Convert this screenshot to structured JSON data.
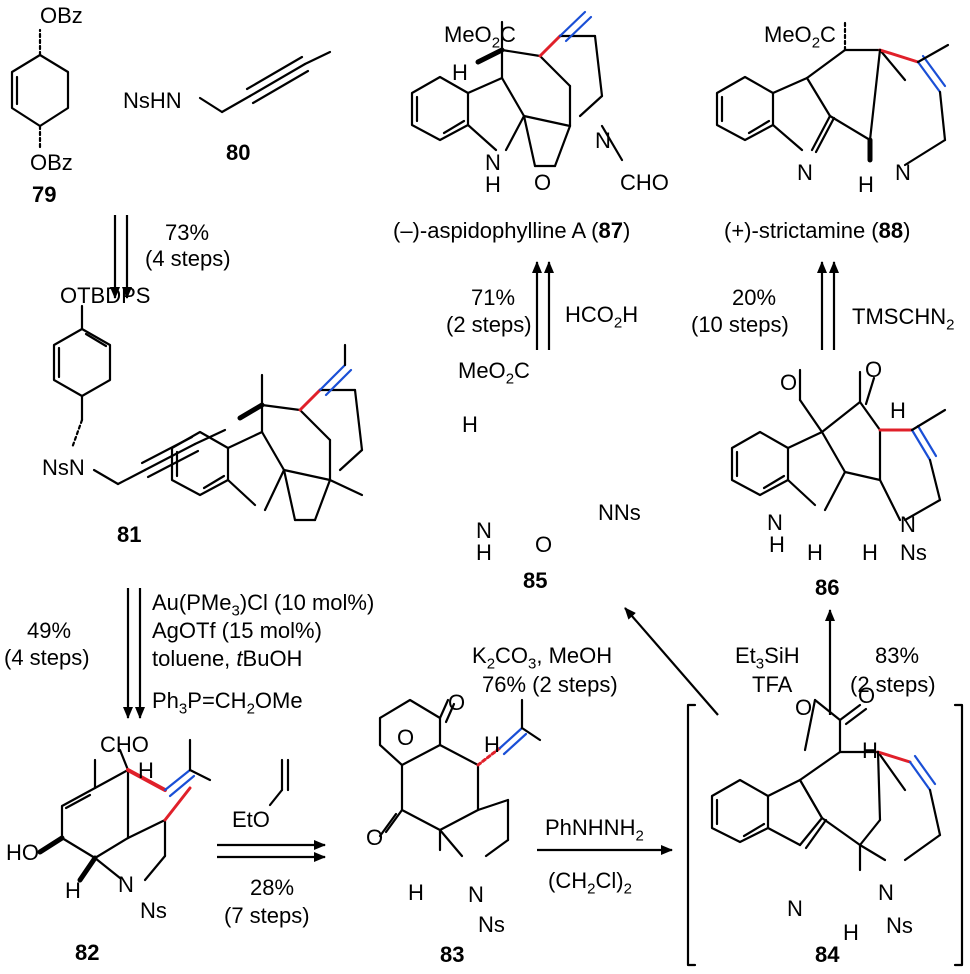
{
  "compounds": [
    {
      "id": "c79",
      "number": "79"
    },
    {
      "id": "c80",
      "number": "80"
    },
    {
      "id": "c81",
      "number": "81"
    },
    {
      "id": "c82",
      "number": "82"
    },
    {
      "id": "c83",
      "number": "83"
    },
    {
      "id": "c84",
      "number": "84"
    },
    {
      "id": "c85",
      "number": "85"
    },
    {
      "id": "c86",
      "number": "86"
    },
    {
      "id": "c87",
      "number": "87",
      "name": "(–)-aspidophylline A ("
    },
    {
      "id": "c88",
      "number": "88",
      "name": "(+)-strictamine ("
    }
  ],
  "atom_labels": {
    "c79": [
      "OBz",
      "OBz"
    ],
    "c80": [
      "NsHN"
    ],
    "c81": [
      "OTBDPS",
      "NsN"
    ],
    "c82": [
      "CHO",
      "H",
      "HO",
      "H",
      "N",
      "Ns"
    ],
    "c83": [
      "O",
      "O",
      "H",
      "O",
      "H",
      "N",
      "Ns"
    ],
    "c84": [
      "O",
      "O",
      "H",
      "N",
      "N",
      "H",
      "Ns"
    ],
    "c85": [
      "MeO",
      "2",
      "C",
      "H",
      "N",
      "H",
      "O",
      "NNs"
    ],
    "c86": [
      "O",
      "O",
      "H",
      "N",
      "H",
      "H",
      "H",
      "N",
      "Ns"
    ],
    "c87": [
      "MeO",
      "2",
      "C",
      "H",
      "N",
      "H",
      "O",
      "N",
      "CHO"
    ],
    "c88": [
      "MeO",
      "2",
      "C",
      "N",
      "H",
      "N"
    ]
  },
  "arrows": {
    "step_79_81": {
      "left": [
        "73%",
        "(4 steps)"
      ]
    },
    "step_81_82": {
      "left": [
        "49%",
        "(4 steps)"
      ],
      "right": [
        "Au(PMe",
        "3",
        ")Cl (10 mol%)",
        "AgOTf (15 mol%)",
        "toluene, ",
        "t",
        "BuOH",
        "Ph",
        "3",
        "P=CH",
        "2",
        "OMe"
      ]
    },
    "step_82_83": {
      "reagent": [
        "EtO"
      ],
      "below": [
        "28%",
        "(7 steps)"
      ]
    },
    "step_83_84": {
      "above": [
        "PhNHNH",
        "2"
      ],
      "below": [
        "(CH",
        "2",
        "Cl)",
        "2"
      ]
    },
    "step_84_85": {
      "left": [
        "K",
        "2",
        "CO",
        "3",
        ", MeOH",
        "76% (2 steps)"
      ]
    },
    "step_84_86": {
      "left": [
        "Et",
        "3",
        "SiH",
        "TFA"
      ],
      "right": [
        "83%",
        "(2 steps)"
      ]
    },
    "step_85_87": {
      "left": [
        "71%",
        "(2 steps)"
      ],
      "right": [
        "HCO",
        "2",
        "H"
      ]
    },
    "step_86_88": {
      "left": [
        "20%",
        "(10 steps)"
      ],
      "right": [
        "TMSCHN",
        "2"
      ]
    }
  },
  "colors": {
    "bond": "#000000",
    "new_bond": "#e0202a",
    "alkene_bond": "#1a4fd6"
  }
}
